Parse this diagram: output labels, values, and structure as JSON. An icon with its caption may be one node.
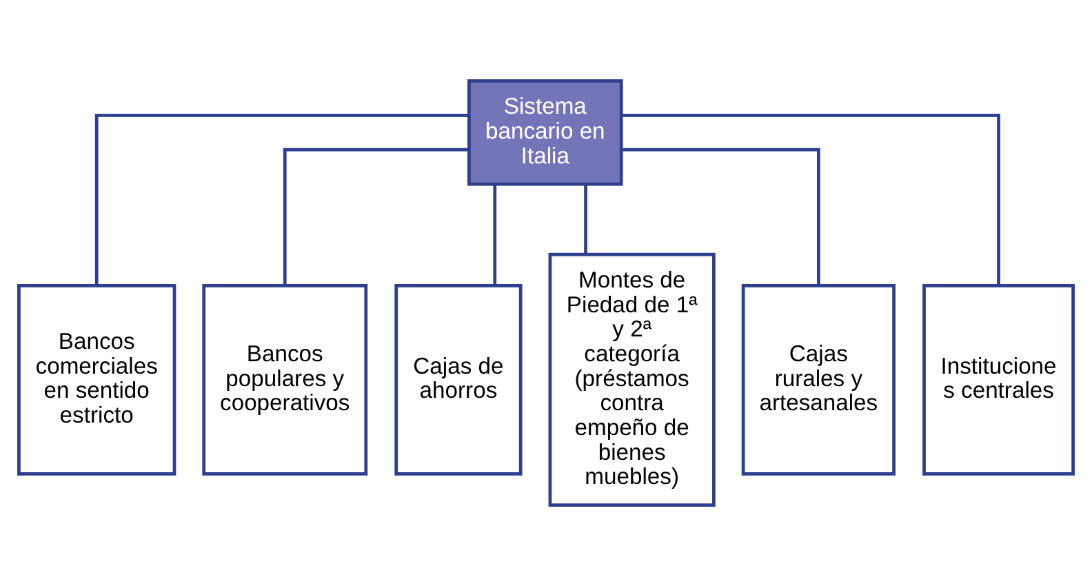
{
  "diagram": {
    "nodes": [
      {
        "text": [
          "Sistema bancario en Italia"
        ]
      },
      {
        "text": [
          "Bancos comerciales en sentido estricto"
        ]
      },
      {
        "text": [
          "Bancos populares y cooperativos"
        ]
      },
      {
        "text": [
          "Cajas de ahorros"
        ]
      },
      {
        "text": [
          "Montes de Piedad de 1ª y 2ª categoría (préstamos contra empeño de bienes muebles)"
        ]
      },
      {
        "text": [
          "Cajas rurales y artesanales"
        ]
      },
      {
        "text": [
          "Instituciones centrales"
        ]
      }
    ],
    "edges": [
      {
        "from": 0,
        "to": 1,
        "arrow": "none"
      },
      {
        "from": 0,
        "to": 2,
        "arrow": "none"
      },
      {
        "from": 0,
        "to": 3,
        "arrow": "none"
      },
      {
        "from": 0,
        "to": 4,
        "arrow": "none"
      },
      {
        "from": 0,
        "to": 5,
        "arrow": "none"
      },
      {
        "from": 0,
        "to": 6,
        "arrow": "none"
      }
    ]
  }
}
